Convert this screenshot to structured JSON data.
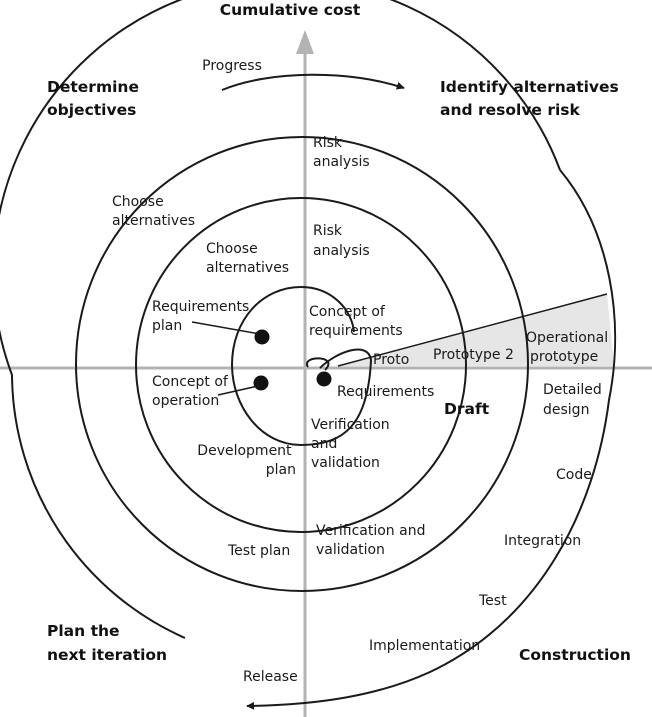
{
  "axis": {
    "title": "Cumulative cost"
  },
  "progress": {
    "label": "Progress"
  },
  "quadrants": {
    "top_left": [
      "Determine",
      "objectives"
    ],
    "top_right": [
      "Identify alternatives",
      "and resolve risk"
    ],
    "bottom_left": [
      "Plan the",
      "next iteration"
    ],
    "bottom_right": "Construction"
  },
  "labels": {
    "risk_analysis_outer": [
      "Risk",
      "analysis"
    ],
    "choose_alternatives_outer": [
      "Choose",
      "alternatives"
    ],
    "choose_alternatives_mid": [
      "Choose",
      "alternatives"
    ],
    "risk_analysis_mid": [
      "Risk",
      "analysis"
    ],
    "requirements_plan": [
      "Requirements",
      "plan"
    ],
    "concept_of_requirements": [
      "Concept of",
      "requirements"
    ],
    "concept_of_operation": [
      "Concept of",
      "operation"
    ],
    "proto": "Proto",
    "prototype_2": "Prototype 2",
    "operational_prototype": [
      "Operational",
      "prototype"
    ],
    "requirements": "Requirements",
    "draft": "Draft",
    "detailed_design": [
      "Detailed",
      "design"
    ],
    "verification_and_validation_inner": [
      "Verification",
      "and",
      "validation"
    ],
    "development_plan": [
      "Development",
      "plan"
    ],
    "code": "Code",
    "integration": "Integration",
    "test_plan": "Test plan",
    "verification_and_validation_outer": [
      "Verification and",
      "validation"
    ],
    "test": "Test",
    "implementation": "Implementation",
    "release": "Release"
  },
  "colors": {
    "line": "#1a1a1a",
    "axis": "#b3b3b3",
    "wedge": "#e6e6e6"
  }
}
